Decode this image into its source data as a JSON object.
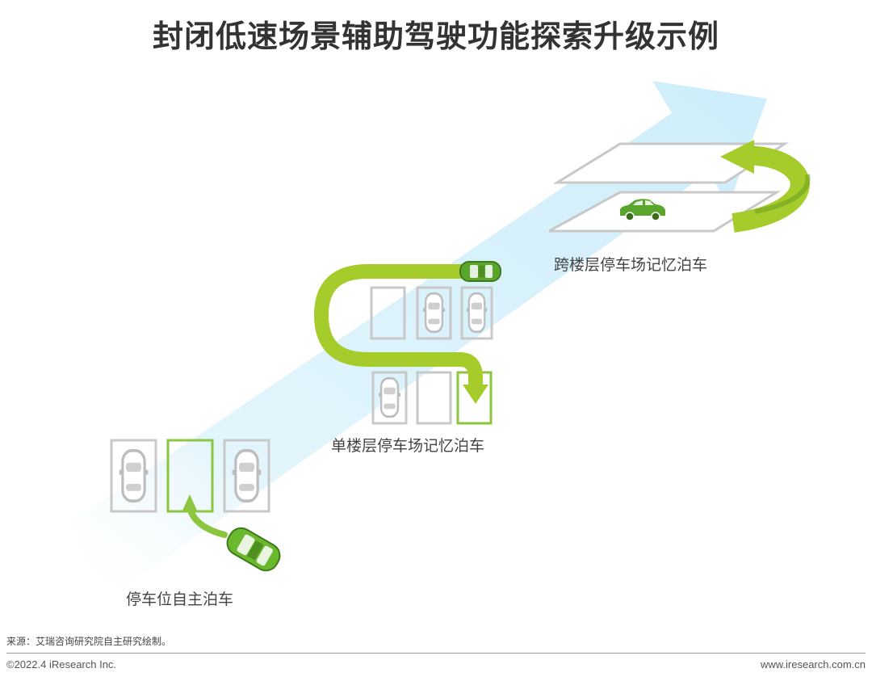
{
  "title": "封闭低速场景辅助驾驶功能探索升级示例",
  "stages": [
    {
      "label": "停车位自主泊车"
    },
    {
      "label": "单楼层停车场记忆泊车"
    },
    {
      "label": "跨楼层停车场记忆泊车"
    }
  ],
  "footer": {
    "source": "来源：艾瑞咨询研究院自主研究绘制。",
    "copyright": "©2022.4 iResearch Inc.",
    "website": "www.iresearch.com.cn"
  },
  "colors": {
    "accent_green": "#8cc63f",
    "dark_green": "#5a9e2a",
    "arrow_blue": "#d6f0fb",
    "slot_gray": "#c8c8c8"
  }
}
